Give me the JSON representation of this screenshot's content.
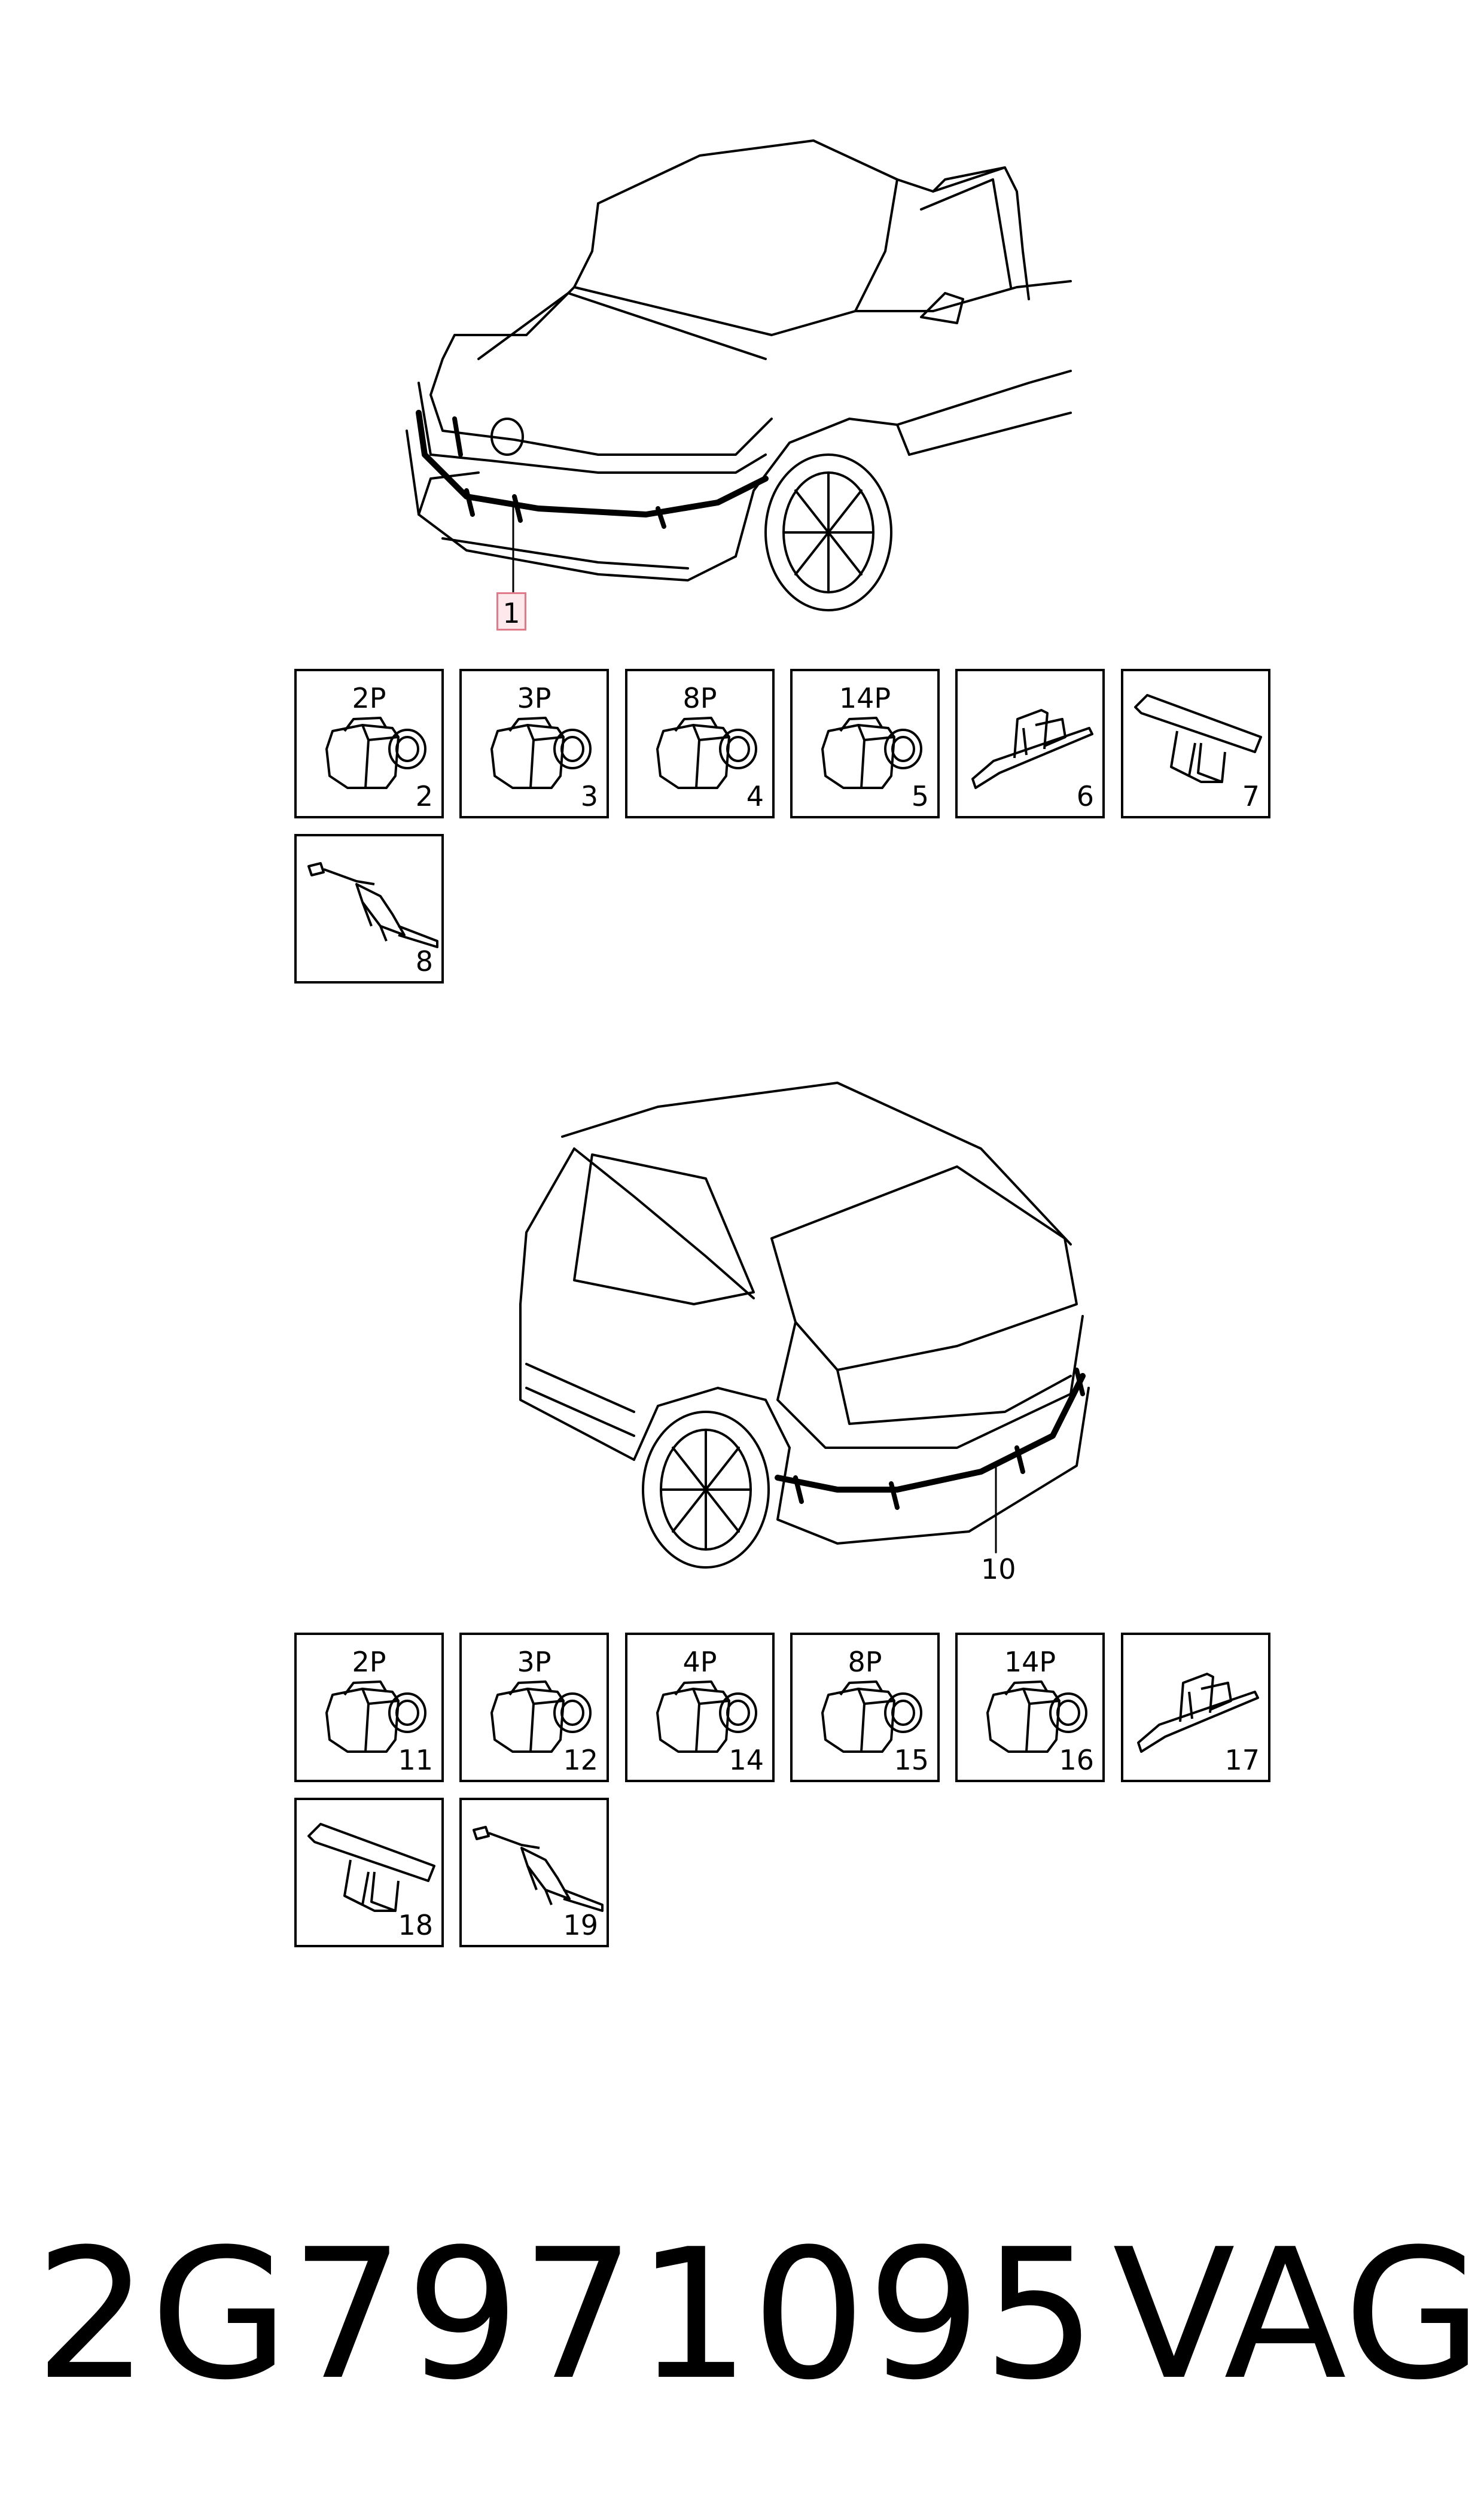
{
  "front_section": {
    "callout": "1",
    "connectors": [
      {
        "pins": "2P",
        "num": "2",
        "icon": "connector-icon"
      },
      {
        "pins": "3P",
        "num": "3",
        "icon": "connector-icon"
      },
      {
        "pins": "8P",
        "num": "4",
        "icon": "connector-icon"
      },
      {
        "pins": "14P",
        "num": "5",
        "icon": "connector-icon"
      },
      {
        "pins": "",
        "num": "6",
        "icon": "clip-icon"
      },
      {
        "pins": "",
        "num": "7",
        "icon": "bracket-icon"
      },
      {
        "pins": "",
        "num": "8",
        "icon": "cable-tie-icon"
      }
    ]
  },
  "rear_section": {
    "callout": "10",
    "connectors": [
      {
        "pins": "2P",
        "num": "11",
        "icon": "connector-icon"
      },
      {
        "pins": "3P",
        "num": "12",
        "icon": "connector-icon"
      },
      {
        "pins": "4P",
        "num": "14",
        "icon": "connector-icon"
      },
      {
        "pins": "8P",
        "num": "15",
        "icon": "connector-icon"
      },
      {
        "pins": "14P",
        "num": "16",
        "icon": "connector-icon"
      },
      {
        "pins": "",
        "num": "17",
        "icon": "clip-icon"
      },
      {
        "pins": "",
        "num": "18",
        "icon": "bracket-icon"
      },
      {
        "pins": "",
        "num": "19",
        "icon": "cable-tie-icon"
      }
    ]
  },
  "footer": {
    "part_number": "2G7971095",
    "brand": "VAG"
  }
}
